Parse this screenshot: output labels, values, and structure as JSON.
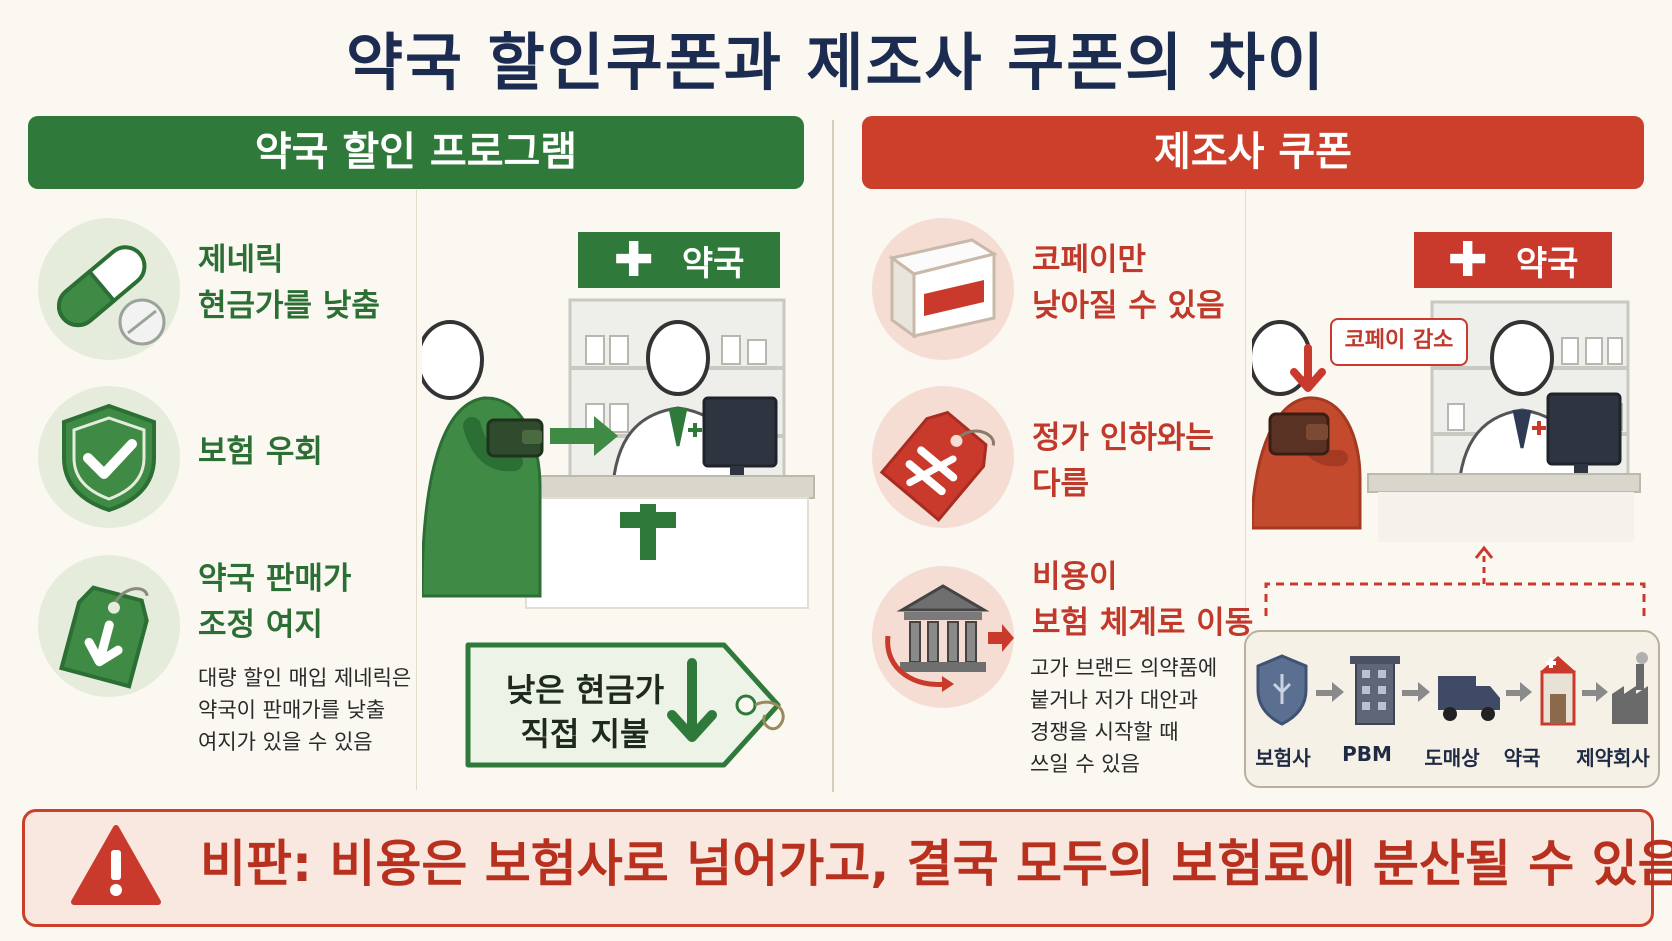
{
  "title": "약국 할인쿠폰과 제조사 쿠폰의 차이",
  "left": {
    "header": "약국 할인 프로그램",
    "features": [
      {
        "lines": [
          "제네릭",
          "현금가를 낮춤"
        ],
        "icon": "pill-icon"
      },
      {
        "lines": [
          "보험 우회"
        ],
        "icon": "shield-check-icon"
      },
      {
        "lines": [
          "약국 판매가",
          "조정 여지"
        ],
        "icon": "price-tag-down-icon"
      }
    ],
    "note": [
      "대량 할인 매입 제네릭은",
      "약국이 판매가를 낮출",
      "여지가 있을 수 있음"
    ],
    "sign": "약국",
    "tag": [
      "낮은 현금가",
      "직접 지불"
    ]
  },
  "right": {
    "header": "제조사 쿠폰",
    "features": [
      {
        "lines": [
          "코페이만",
          "낮아질 수 있음"
        ],
        "icon": "coupon-box-icon"
      },
      {
        "lines": [
          "정가 인하와는",
          "다름"
        ],
        "icon": "not-equal-tag-icon"
      },
      {
        "lines": [
          "비용이",
          "보험 체계로 이동"
        ],
        "icon": "bank-building-icon"
      }
    ],
    "note": [
      "고가 브랜드 의약품에",
      "붙거나 저가 대안과",
      "경쟁을 시작할 때",
      "쓰일 수 있음"
    ],
    "sign": "약국",
    "copay_badge": "코페이 감소",
    "chain": [
      "보험사",
      "PBM",
      "도매상",
      "약국",
      "제약회사"
    ]
  },
  "warning": "비판: 비용은 보험사로 넘어가고, 결국 모두의 보험료에 분산될 수 있음",
  "colors": {
    "green": "#2f7a3a",
    "red": "#cc3f2a",
    "navy": "#1c2b50"
  }
}
